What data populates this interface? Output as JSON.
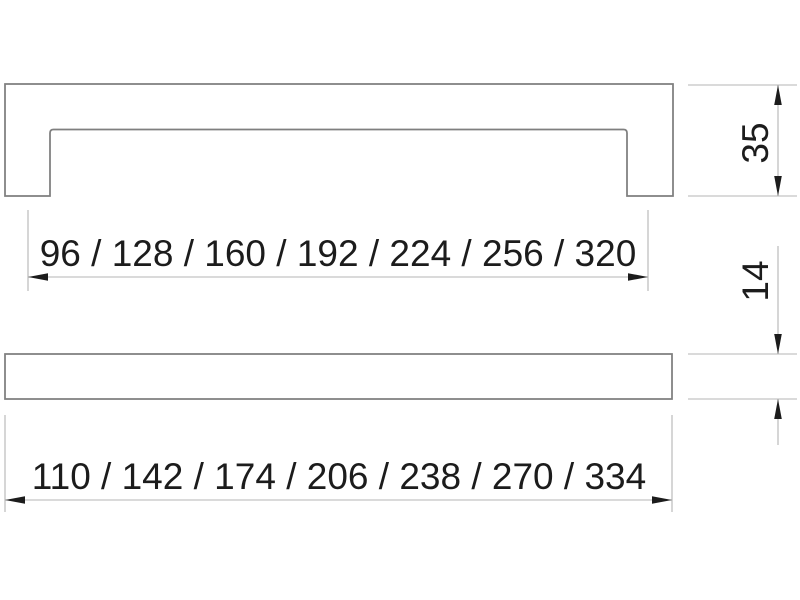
{
  "drawing": {
    "title": "handle-technical-drawing",
    "dimensions": {
      "hole_spacing": "96 / 128 / 160 / 192 / 224 / 256 / 320",
      "height": "35",
      "bar_thickness": "14",
      "overall_length": "110 / 142 / 174 / 206 / 238 / 270 / 334"
    },
    "colors": {
      "background": "#ffffff",
      "outline": "#7f7f7f",
      "dimension_line": "#b4b4b4",
      "arrow": "#1c1c1c",
      "text": "#1c1c1c"
    }
  }
}
